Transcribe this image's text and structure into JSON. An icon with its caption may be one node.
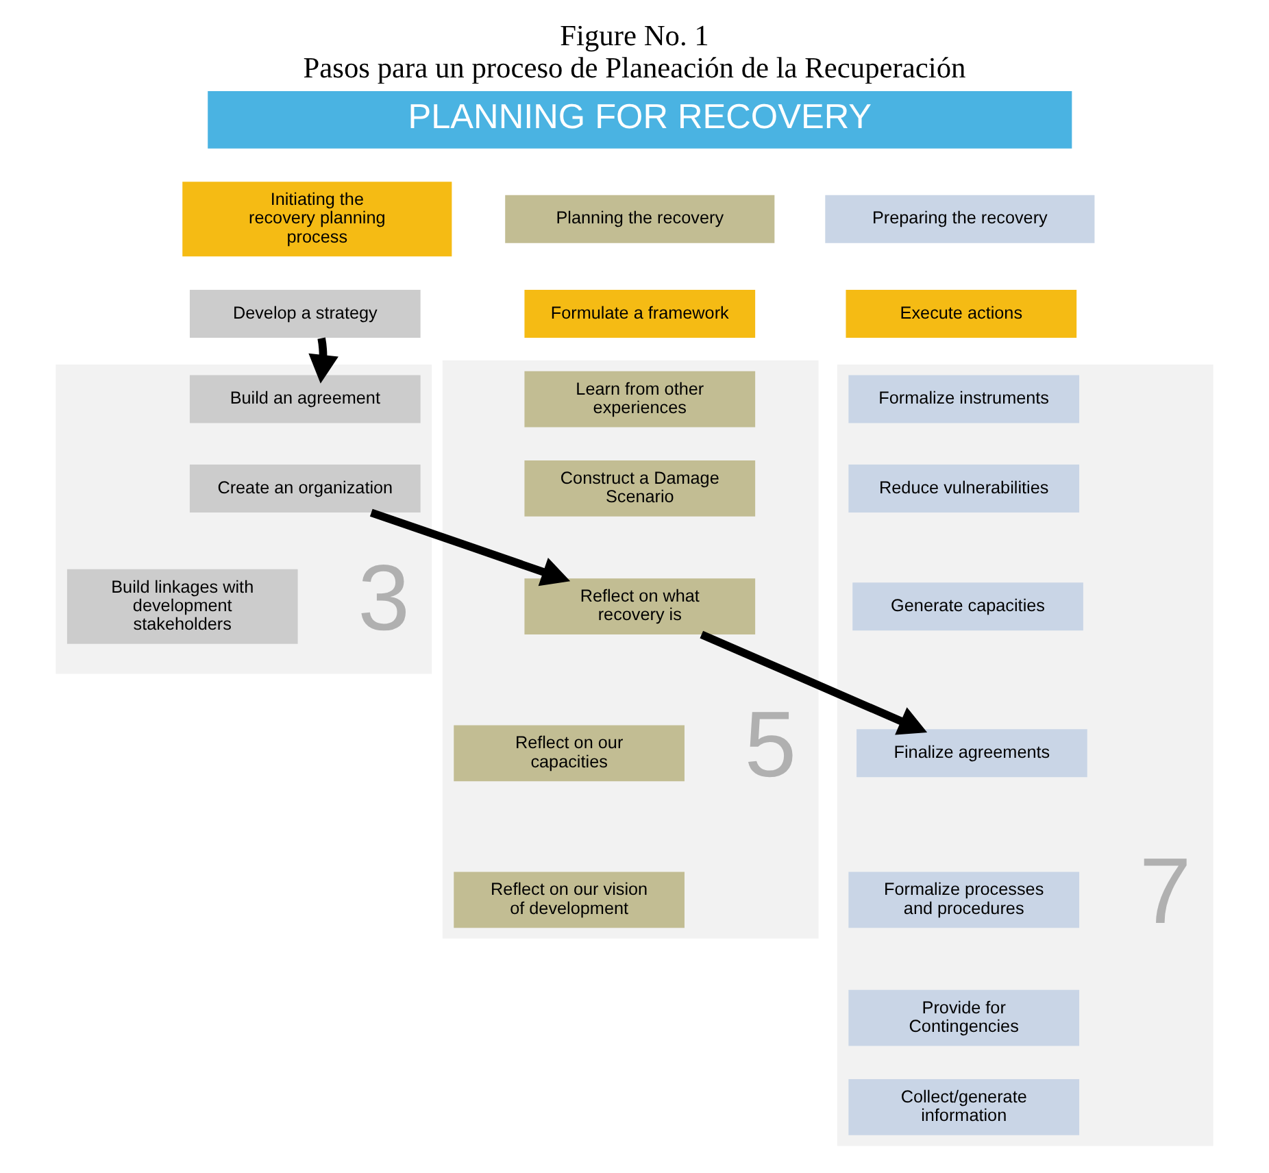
{
  "diagram": {
    "title": "Figure No. 1",
    "caption": "Pasos para un proceso de Planeación de la Recuperación",
    "nodes": [
      {
        "text": [
          "PLANNING FOR RECOVERY"
        ]
      },
      {
        "text": [
          "Initiating the recovery planning process"
        ]
      },
      {
        "text": [
          "Planning the recovery"
        ]
      },
      {
        "text": [
          "Preparing the recovery"
        ]
      },
      {
        "text": [
          "Develop a strategy"
        ]
      },
      {
        "text": [
          "Formulate a framework"
        ]
      },
      {
        "text": [
          "Execute actions"
        ]
      },
      {
        "text": [],
        "shape": "box"
      },
      {
        "text": [
          "Build an agreement"
        ],
        "in": 7
      },
      {
        "text": [
          "Create an organization"
        ],
        "in": 7
      },
      {
        "text": [
          "Build linkages with development stakeholders"
        ],
        "in": 7
      },
      {
        "text": [],
        "shape": "box"
      },
      {
        "text": [
          "Learn from other experiences"
        ],
        "in": 11
      },
      {
        "text": [
          "Construct a Damage Scenario"
        ],
        "in": 11
      },
      {
        "text": [
          "Reflect on what recovery is"
        ],
        "in": 11
      },
      {
        "text": [
          "Reflect on our capacities"
        ],
        "in": 11
      },
      {
        "text": [
          "Reflect on our vision of development"
        ],
        "in": 11
      },
      {
        "text": [],
        "shape": "box"
      },
      {
        "text": [
          "Formalize instruments"
        ],
        "in": 17
      },
      {
        "text": [
          "Reduce vulnerabilities"
        ],
        "in": 17
      },
      {
        "text": [
          "Generate capacities"
        ],
        "in": 17
      },
      {
        "text": [
          "Finalize agreements"
        ],
        "in": 17
      },
      {
        "text": [
          "Formalize processes and procedures"
        ],
        "in": 17
      },
      {
        "text": [
          "Provide for Contingencies"
        ],
        "in": 17
      },
      {
        "text": [
          "Collect/generate information"
        ],
        "in": 17
      }
    ],
    "edges": [
      {
        "from": 4,
        "to": 8,
        "arrow": "to"
      },
      {
        "from": 9,
        "to": 14,
        "arrow": "to"
      },
      {
        "from": 14,
        "to": 21,
        "arrow": "to"
      }
    ],
    "labels": [
      "3",
      "5",
      "7"
    ]
  }
}
